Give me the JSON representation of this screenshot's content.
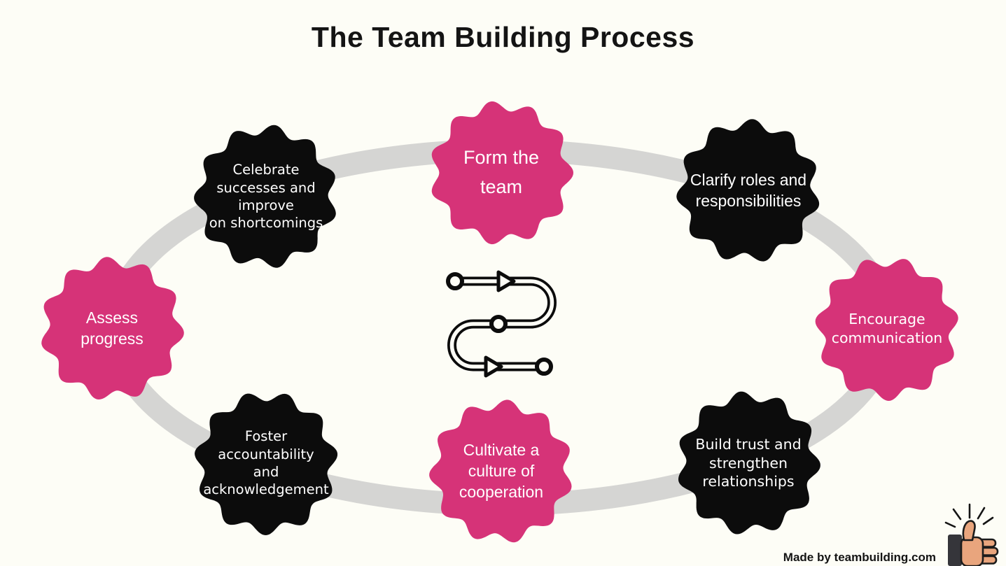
{
  "title": "The Team Building Process",
  "attribution": "Made by teambuilding.com",
  "colors": {
    "bg": "#FDFDF6",
    "pink": "#D63378",
    "badge_black": "#0C0C0C",
    "ring": "#D5D5D3",
    "badge_text": "#FFFFFF",
    "ink": "#141414",
    "skin": "#E9A57D",
    "sleeve": "#35353A"
  },
  "icons": {
    "center": "process-path-icon",
    "corner": "thumbs-up-celebration-icon"
  },
  "steps": [
    {
      "id": "form-the-team",
      "label": "Form the\nteam",
      "color": "pink",
      "position": "top"
    },
    {
      "id": "clarify-roles",
      "label": "Clarify roles and\nresponsibilities",
      "color": "black",
      "position": "top-right"
    },
    {
      "id": "encourage-communication",
      "label": "Encourage\ncommunication",
      "color": "pink",
      "position": "right"
    },
    {
      "id": "build-trust",
      "label": "Build trust and\nstrengthen\nrelationships",
      "color": "black",
      "position": "bottom-right"
    },
    {
      "id": "cultivate-cooperation",
      "label": "Cultivate a\nculture of\ncooperation",
      "color": "pink",
      "position": "bottom"
    },
    {
      "id": "foster-accountability",
      "label": "Foster\naccountability\nand\nacknowledgement",
      "color": "black",
      "position": "bottom-left"
    },
    {
      "id": "assess-progress",
      "label": "Assess\nprogress",
      "color": "pink",
      "position": "left"
    },
    {
      "id": "celebrate-successes",
      "label": "Celebrate\nsuccesses and\nimprove\non shortcomings",
      "color": "black",
      "position": "top-left"
    }
  ]
}
